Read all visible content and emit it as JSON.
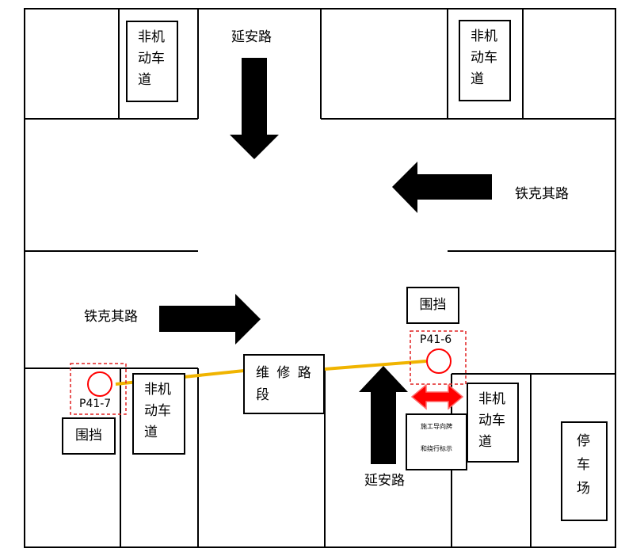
{
  "roads": {
    "yanan_top": "延安路",
    "yanan_bottom": "延安路",
    "tieqiji_right": "铁克其路",
    "tieqiji_left": "铁克其路"
  },
  "boxes": {
    "nonmotor_top_left": "非机动车道",
    "nonmotor_top_right": "非机动车道",
    "nonmotor_bottom_left": "非机动车道",
    "nonmotor_bottom_right": "非机动车道",
    "fence_right": "围挡",
    "fence_left": "围挡",
    "repair_section": "维 修 路 段",
    "parking": "停车场",
    "sign_line1": "施工导向牌",
    "sign_line2": "和绕行标示"
  },
  "points": {
    "p41_6": "P41-6",
    "p41_7": "P41-7"
  },
  "colors": {
    "repair_line": "#f0b400",
    "marker": "#ff0000",
    "double_arrow": "#ff0000",
    "arrow": "#000000"
  },
  "icons": {
    "direction_arrow": "black-block-arrow",
    "double_arrow": "red-double-headed-arrow"
  }
}
